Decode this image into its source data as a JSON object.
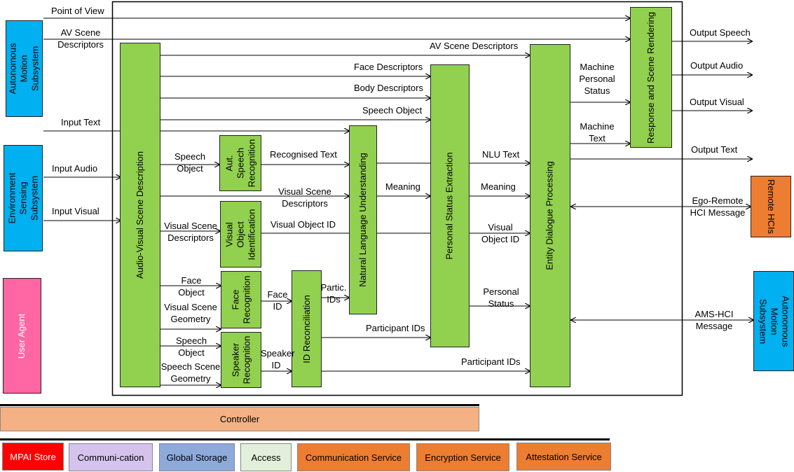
{
  "blocks": {
    "ams_left": "Autonomous Motion Subsystem",
    "ess": "Environment  Sensing Subsystem",
    "user_agent": "User Agent",
    "avsd": "Audio-Visual Scene Description",
    "asr": "Aut. Speech Recognition",
    "voi": "Visual Object Identification",
    "face_rec": "Face Recognition",
    "speaker_rec": "Speaker Recognition",
    "id_recon": "ID Reconciliation",
    "nlu": "Natural Language Understanding",
    "pse": "Personal Status Extraction",
    "edp": "Entity Dialogue Processing",
    "rsr": "Response and Scene Rendering",
    "remote_hci": "Remote HCIs",
    "ams_right": "Autonomous Motion Subsystem"
  },
  "labels": {
    "point_of_view": "Point of View",
    "av_scene_descriptors_in": "AV Scene Descriptors",
    "input_text": "Input Text",
    "input_audio": "Input Audio",
    "input_visual": "Input Visual",
    "av_scene_descriptors": "AV Scene Descriptors",
    "face_descriptors": "Face Descriptors",
    "body_descriptors": "Body Descriptors",
    "speech_object_top": "Speech Object",
    "speech_object_asr": "Speech Object",
    "recognised_text": "Recognised Text",
    "visual_scene_descriptors_mid": "Visual Scene Descriptors",
    "meaning_nlu": "Meaning",
    "visual_scene_descriptors_voi": "Visual Scene Descriptors",
    "visual_object_id": "Visual Object ID",
    "face_object": "Face Object",
    "visual_scene_geometry": "Visual Scene Geometry",
    "face_id": "Face ID",
    "partic_ids": "Partic. IDs",
    "speech_object_spk": "Speech Object",
    "speech_scene_geometry": "Speech Scene Geometry",
    "speaker_id": "Speaker ID",
    "participant_ids_pse": "Participant IDs",
    "participant_ids_edp": "Participant IDs",
    "nlu_text": "NLU Text",
    "meaning_edp": "Meaning",
    "visual_object_id_edp": "Visual Object ID",
    "personal_status": "Personal Status",
    "machine_personal_status": "Machine Personal Status",
    "machine_text": "Machine Text",
    "output_speech": "Output Speech",
    "output_audio": "Output Audio",
    "output_visual": "Output Visual",
    "output_text": "Output Text",
    "ego_remote": "Ego-Remote HCI Message",
    "ams_hci": "AMS-HCI Message"
  },
  "bottom": {
    "controller": "Controller",
    "mpai_store": "MPAI Store",
    "communication": "Communi-cation",
    "global_storage": "Global Storage",
    "access": "Access",
    "communication_service": "Communication Service",
    "encryption_service": "Encryption Service",
    "attestation_service": "Attestation Service"
  },
  "colors": {
    "module_green": "#92d050",
    "subsystem_blue": "#00b0f0",
    "remote_orange": "#ed7d31",
    "user_agent_pink": "#ff66a3",
    "controller_peach": "#f4b183",
    "mpai_store_red": "#ff0000",
    "communication_lilac": "#d5c3ee",
    "global_storage_blue": "#8eaadb",
    "access_green": "#e2efda",
    "service_orange": "#ed7d31"
  }
}
